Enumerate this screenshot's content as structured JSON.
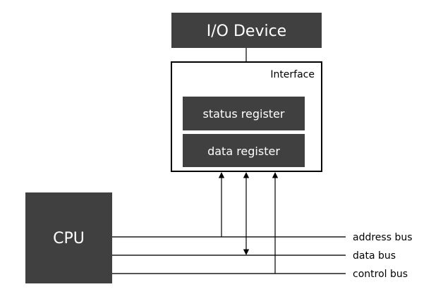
{
  "io_device": {
    "label": "I/O Device"
  },
  "interface": {
    "label": "Interface",
    "registers": [
      "status register",
      "data register"
    ]
  },
  "cpu": {
    "label": "CPU"
  },
  "buses": [
    {
      "label": "address bus"
    },
    {
      "label": "data bus"
    },
    {
      "label": "control bus"
    }
  ],
  "colors": {
    "block_fill": "#404040",
    "block_text": "#ffffff",
    "line": "#000000",
    "bus_line": "#555555"
  }
}
